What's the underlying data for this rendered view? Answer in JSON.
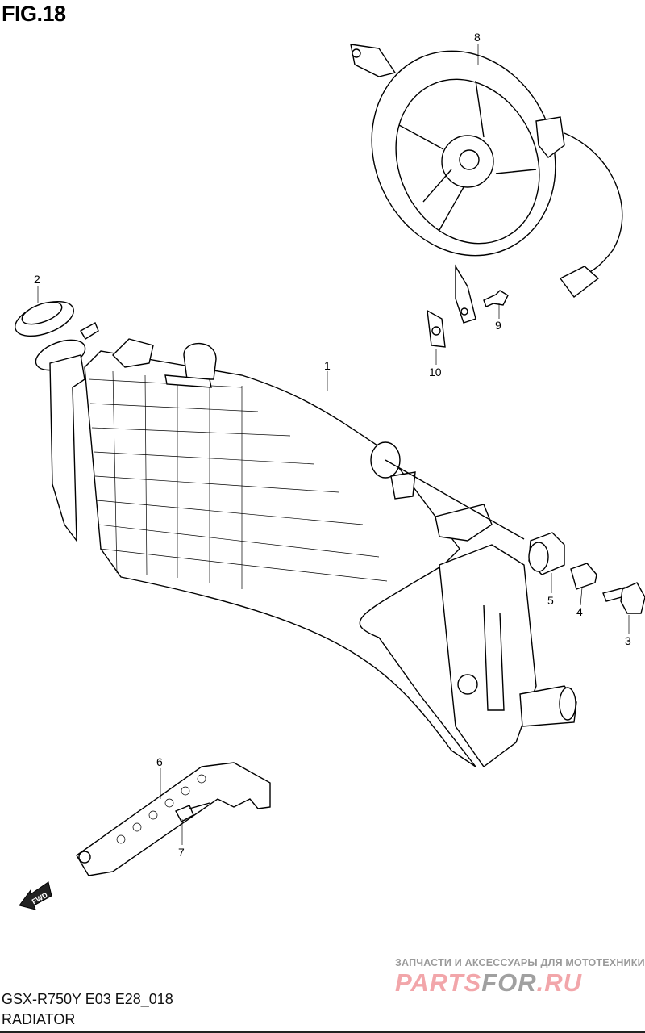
{
  "figure": {
    "title": "FIG.18",
    "model_code": "GSX-R750Y E03 E28_018",
    "name": "RADIATOR"
  },
  "callouts": [
    {
      "id": "1",
      "part": "radiator"
    },
    {
      "id": "2",
      "part": "radiator-cap"
    },
    {
      "id": "3",
      "part": "bolt"
    },
    {
      "id": "4",
      "part": "collar"
    },
    {
      "id": "5",
      "part": "cushion"
    },
    {
      "id": "6",
      "part": "bracket"
    },
    {
      "id": "7",
      "part": "bolt"
    },
    {
      "id": "8",
      "part": "cooling-fan"
    },
    {
      "id": "9",
      "part": "bolt"
    },
    {
      "id": "10",
      "part": "nut"
    }
  ],
  "fwd_label": "FWD",
  "watermark": {
    "subtitle": "ЗАПЧАСТИ И АКСЕССУАРЫ ДЛЯ МОТОТЕХНИКИ",
    "logo_a": "PARTS",
    "logo_b": "FOR",
    "logo_c": ".RU"
  }
}
